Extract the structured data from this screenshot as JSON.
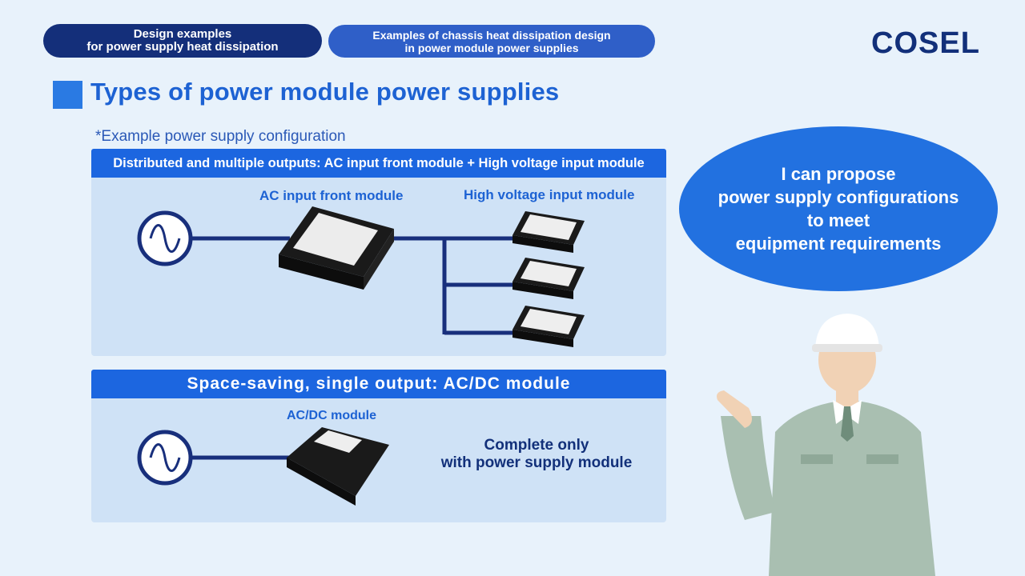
{
  "header": {
    "pill_left": {
      "line1": "Design examples",
      "line2": "for power supply heat dissipation"
    },
    "pill_right": {
      "line1": "Examples of chassis heat dissipation design",
      "line2": "in power module power supplies"
    },
    "logo_text": "COSEL"
  },
  "page": {
    "title": "Types of power module power supplies",
    "subtitle": "*Example power supply configuration"
  },
  "panel_distributed": {
    "heading": "Distributed and multiple outputs: AC input front module + High voltage input module",
    "front_module_label": "AC input front module",
    "hv_module_label": "High voltage input module"
  },
  "panel_single": {
    "heading": "Space-saving, single output: AC/DC module",
    "module_label": "AC/DC module",
    "note_line1": "Complete only",
    "note_line2": "with power supply module"
  },
  "speech_bubble": {
    "line1": "I can propose",
    "line2": "power supply configurations",
    "line3": "to meet",
    "line4": "equipment requirements"
  },
  "colors": {
    "navy": "#142f7a",
    "accent_blue": "#1c66e0",
    "panel_bg": "#cfe2f6",
    "page_bg": "#e8f2fb"
  },
  "icons": [
    "ac-source-icon",
    "power-module-icon",
    "engineer-illustration",
    "cosel-logo"
  ]
}
